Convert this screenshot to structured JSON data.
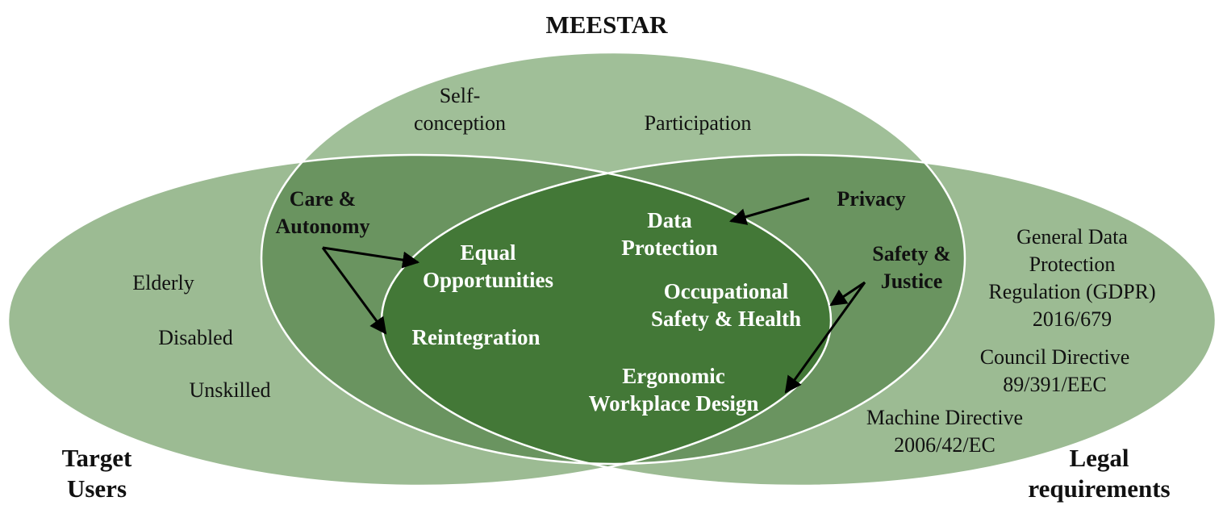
{
  "colors": {
    "ellipse_fill": "#8db185",
    "overlap_mid": "#5e8e53",
    "center": "#3f7434",
    "outline": "#ffffff",
    "arrow": "#000000"
  },
  "sets": {
    "top": {
      "title": "MEESTAR",
      "items": [
        "Self-\nconception",
        "Participation"
      ]
    },
    "left": {
      "title": "Target\nUsers",
      "items": [
        "Elderly",
        "Disabled",
        "Unskilled"
      ]
    },
    "right": {
      "title": "Legal\nrequirements",
      "items": [
        "General Data\nProtection\nRegulation (GDPR)\n2016/679",
        "Council Directive\n89/391/EEC",
        "Machine Directive\n2006/42/EC"
      ]
    }
  },
  "overlaps": {
    "top_left": "Care &\nAutonomy",
    "top_right_privacy": "Privacy",
    "top_right_safety": "Safety &\nJustice"
  },
  "center": {
    "equal": "Equal\nOpportunities",
    "reintegration": "Reintegration",
    "data": "Data\nProtection",
    "occupational": "Occupational\nSafety & Health",
    "ergonomic": "Ergonomic\nWorkplace Design"
  }
}
